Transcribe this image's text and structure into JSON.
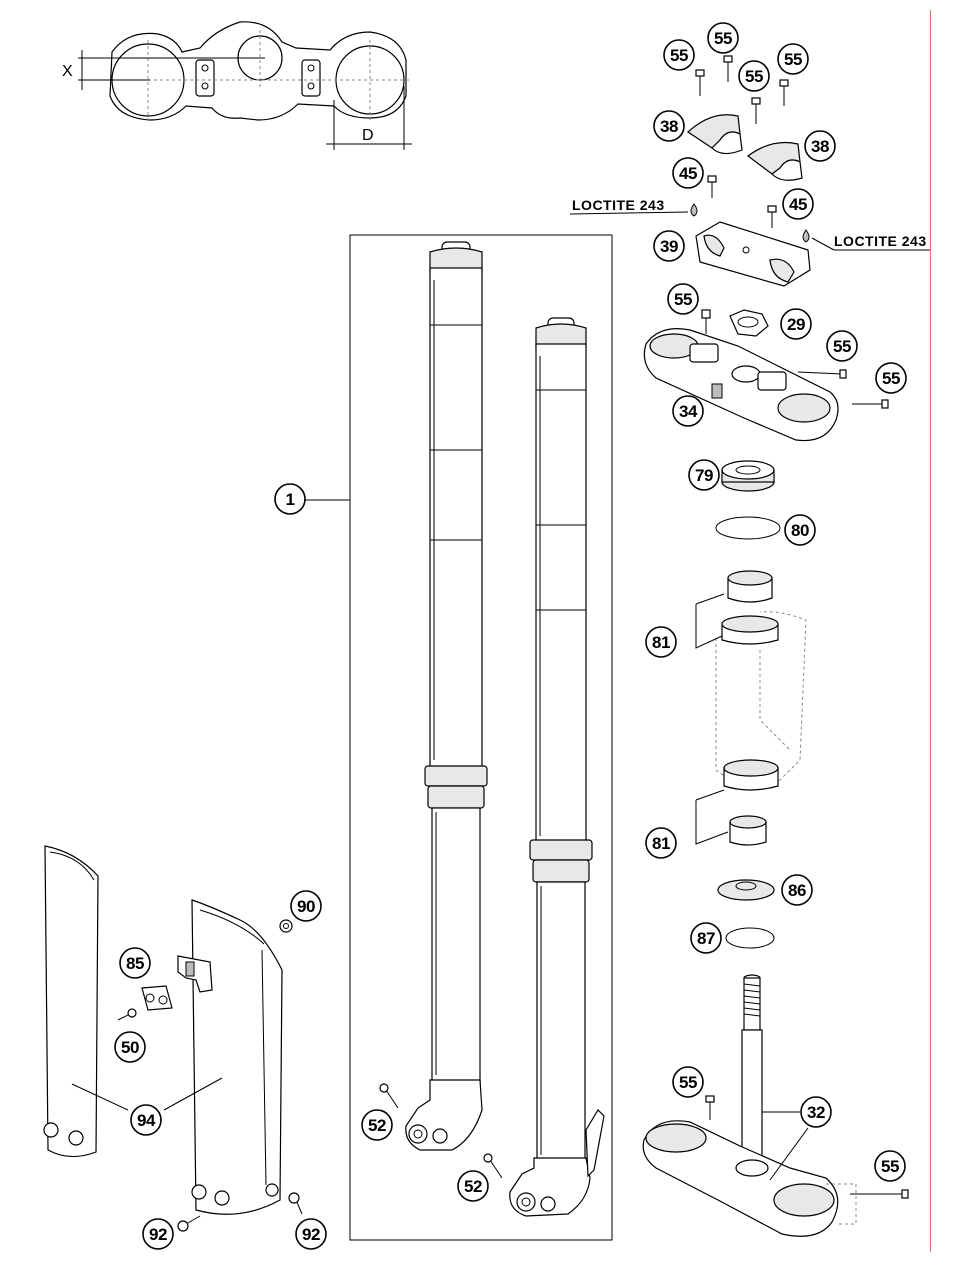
{
  "callouts": {
    "c55a": "55",
    "c55b": "55",
    "c55c": "55",
    "c55d": "55",
    "c38a": "38",
    "c38b": "38",
    "c45a": "45",
    "c45b": "45",
    "c39": "39",
    "c55e": "55",
    "c29": "29",
    "c55f": "55",
    "c55g": "55",
    "c34": "34",
    "c1": "1",
    "c79": "79",
    "c80": "80",
    "c81a": "81",
    "c81b": "81",
    "c86": "86",
    "c87": "87",
    "c90": "90",
    "c85": "85",
    "c50": "50",
    "c94": "94",
    "c52a": "52",
    "c52b": "52",
    "c92a": "92",
    "c92b": "92",
    "c55h": "55",
    "c32": "32",
    "c55i": "55"
  },
  "notes": {
    "loctite_left": "LOCTITE 243",
    "loctite_right": "LOCTITE 243"
  },
  "dimensions": {
    "x_label": "X",
    "d_label": "D"
  },
  "colors": {
    "margin_line": "#e0707a",
    "ink": "#000000",
    "part_shade": "#e8e8e8"
  }
}
